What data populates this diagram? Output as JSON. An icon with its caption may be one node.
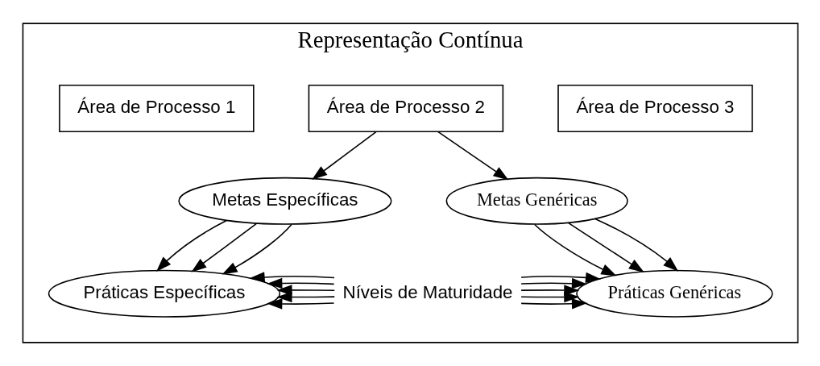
{
  "diagram": {
    "nodes": [
      {
        "text": [
          "Representação Contínua"
        ]
      },
      {
        "text": [
          "Área de Processo 1"
        ],
        "in": 0
      },
      {
        "text": [
          "Área de Processo 2"
        ],
        "in": 0
      },
      {
        "text": [
          "Área de Processo 3"
        ],
        "in": 0
      },
      {
        "text": [
          "Metas Específicas"
        ],
        "in": 0
      },
      {
        "text": [
          "Metas Genéricas"
        ],
        "in": 0
      },
      {
        "text": [
          "Práticas Específicas"
        ],
        "in": 0
      },
      {
        "text": [
          "Níveis de Maturidade"
        ],
        "in": 0
      },
      {
        "text": [
          "Práticas Genéricas"
        ],
        "in": 0
      }
    ],
    "edges": [
      {
        "from": 2,
        "to": 4,
        "arrow": "to"
      },
      {
        "from": 2,
        "to": 5,
        "arrow": "to"
      },
      {
        "from": 4,
        "to": 6,
        "arrow": "to"
      },
      {
        "from": 4,
        "to": 6,
        "arrow": "to"
      },
      {
        "from": 4,
        "to": 6,
        "arrow": "to"
      },
      {
        "from": 5,
        "to": 8,
        "arrow": "to"
      },
      {
        "from": 5,
        "to": 8,
        "arrow": "to"
      },
      {
        "from": 5,
        "to": 8,
        "arrow": "to"
      },
      {
        "from": 7,
        "to": 6,
        "arrow": "to"
      },
      {
        "from": 7,
        "to": 6,
        "arrow": "to"
      },
      {
        "from": 7,
        "to": 6,
        "arrow": "to"
      },
      {
        "from": 7,
        "to": 6,
        "arrow": "to"
      },
      {
        "from": 7,
        "to": 6,
        "arrow": "to"
      },
      {
        "from": 7,
        "to": 8,
        "arrow": "to"
      },
      {
        "from": 7,
        "to": 8,
        "arrow": "to"
      },
      {
        "from": 7,
        "to": 8,
        "arrow": "to"
      },
      {
        "from": 7,
        "to": 8,
        "arrow": "to"
      },
      {
        "from": 7,
        "to": 8,
        "arrow": "to"
      }
    ]
  }
}
